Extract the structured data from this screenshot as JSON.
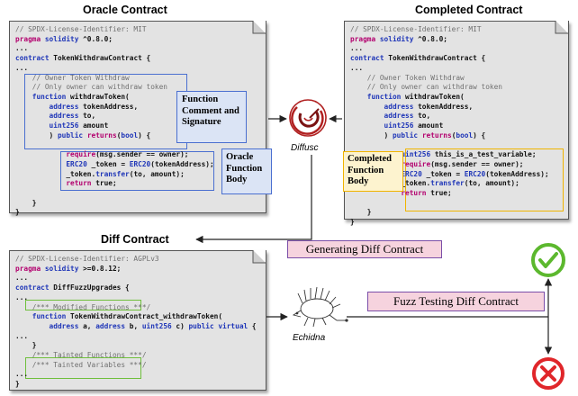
{
  "oracle": {
    "title": "Oracle Contract",
    "code": [
      [
        [
          "cm",
          "// SPDX-License-Identifier: MIT"
        ]
      ],
      [
        [
          "kw",
          "pragma"
        ],
        [
          "id",
          " solidity"
        ],
        [
          "bd",
          " ^0.8.0;"
        ]
      ],
      [
        [
          "bd",
          "..."
        ]
      ],
      [
        [
          "id",
          "contract"
        ],
        [
          "bd",
          " TokenWithdrawContract {"
        ]
      ],
      [
        [
          "bd",
          "..."
        ]
      ],
      [
        [
          "cm",
          "    // Owner Token Withdraw"
        ]
      ],
      [
        [
          "cm",
          "    // Only owner can withdraw token"
        ]
      ],
      [
        [
          "id",
          "    function"
        ],
        [
          "bd",
          " withdrawToken("
        ]
      ],
      [
        [
          "id",
          "        address"
        ],
        [
          "bd",
          " tokenAddress,"
        ]
      ],
      [
        [
          "id",
          "        address"
        ],
        [
          "bd",
          " to,"
        ]
      ],
      [
        [
          "id",
          "        uint256"
        ],
        [
          "bd",
          " amount"
        ]
      ],
      [
        [
          "bd",
          "        ) "
        ],
        [
          "id",
          "public"
        ],
        [
          "kw",
          " returns"
        ],
        [
          "bd",
          "("
        ],
        [
          "id",
          "bool"
        ],
        [
          "bd",
          ") {"
        ]
      ],
      [
        [
          "bd",
          ""
        ]
      ],
      [
        [
          "kw",
          "            require"
        ],
        [
          "bd",
          "(msg.sender == owner);"
        ]
      ],
      [
        [
          "id",
          "            ERC20"
        ],
        [
          "bd",
          " _token = "
        ],
        [
          "id",
          "ERC20"
        ],
        [
          "bd",
          "(tokenAddress);"
        ]
      ],
      [
        [
          "bd",
          "            _token."
        ],
        [
          "id",
          "transfer"
        ],
        [
          "bd",
          "(to, amount);"
        ]
      ],
      [
        [
          "kw",
          "            return"
        ],
        [
          "bd",
          " true;"
        ]
      ],
      [
        [
          "bd",
          ""
        ]
      ],
      [
        [
          "bd",
          "    }"
        ]
      ],
      [
        [
          "bd",
          "}"
        ]
      ]
    ],
    "signature_label": "Function Comment and Signature",
    "body_label": "Oracle Function Body"
  },
  "completed": {
    "title": "Completed Contract",
    "code": [
      [
        [
          "cm",
          "// SPDX-License-Identifier: MIT"
        ]
      ],
      [
        [
          "kw",
          "pragma"
        ],
        [
          "id",
          " solidity"
        ],
        [
          "bd",
          " ^0.8.0;"
        ]
      ],
      [
        [
          "bd",
          "..."
        ]
      ],
      [
        [
          "id",
          "contract"
        ],
        [
          "bd",
          " TokenWithdrawContract {"
        ]
      ],
      [
        [
          "bd",
          "..."
        ]
      ],
      [
        [
          "cm",
          "    // Owner Token Withdraw"
        ]
      ],
      [
        [
          "cm",
          "    // Only owner can withdraw token"
        ]
      ],
      [
        [
          "id",
          "    function"
        ],
        [
          "bd",
          " withdrawToken("
        ]
      ],
      [
        [
          "id",
          "        address"
        ],
        [
          "bd",
          " tokenAddress,"
        ]
      ],
      [
        [
          "id",
          "        address"
        ],
        [
          "bd",
          " to,"
        ]
      ],
      [
        [
          "id",
          "        uint256"
        ],
        [
          "bd",
          " amount"
        ]
      ],
      [
        [
          "bd",
          "        ) "
        ],
        [
          "id",
          "public"
        ],
        [
          "kw",
          " returns"
        ],
        [
          "bd",
          "("
        ],
        [
          "id",
          "bool"
        ],
        [
          "bd",
          ") {"
        ]
      ],
      [
        [
          "bd",
          ""
        ]
      ],
      [
        [
          "id",
          "            uint256"
        ],
        [
          "bd",
          " this_is_a_test_variable;"
        ]
      ],
      [
        [
          "kw",
          "            require"
        ],
        [
          "bd",
          "(msg.sender == owner);"
        ]
      ],
      [
        [
          "id",
          "            ERC20"
        ],
        [
          "bd",
          " _token = "
        ],
        [
          "id",
          "ERC20"
        ],
        [
          "bd",
          "(tokenAddress);"
        ]
      ],
      [
        [
          "bd",
          "            _token."
        ],
        [
          "id",
          "transfer"
        ],
        [
          "bd",
          "(to, amount);"
        ]
      ],
      [
        [
          "kw",
          "            return"
        ],
        [
          "bd",
          " true;"
        ]
      ],
      [
        [
          "bd",
          ""
        ]
      ],
      [
        [
          "bd",
          "    }"
        ]
      ],
      [
        [
          "bd",
          "}"
        ]
      ]
    ],
    "body_label": "Completed Function Body"
  },
  "diff": {
    "title": "Diff Contract",
    "code": [
      [
        [
          "cm",
          "// SPDX-License-Identifier: AGPLv3"
        ]
      ],
      [
        [
          "kw",
          "pragma"
        ],
        [
          "id",
          " solidity"
        ],
        [
          "bd",
          " >=0.8.12;"
        ]
      ],
      [
        [
          "bd",
          "..."
        ]
      ],
      [
        [
          "id",
          "contract"
        ],
        [
          "bd",
          " DiffFuzzUpgrades {"
        ]
      ],
      [
        [
          "bd",
          "..."
        ]
      ],
      [
        [
          "cm",
          "    /*** Modified Functions ***/"
        ]
      ],
      [
        [
          "id",
          "    function"
        ],
        [
          "bd",
          " TokenWithdrawContract_withdrawToken("
        ]
      ],
      [
        [
          "id",
          "        address"
        ],
        [
          "bd",
          " a, "
        ],
        [
          "id",
          "address"
        ],
        [
          "bd",
          " b, "
        ],
        [
          "id",
          "uint256"
        ],
        [
          "bd",
          " c) "
        ],
        [
          "id",
          "public virtual"
        ],
        [
          "bd",
          " {"
        ]
      ],
      [
        [
          "bd",
          "..."
        ]
      ],
      [
        [
          "bd",
          "    }"
        ]
      ],
      [
        [
          "cm",
          "    /*** Tainted Functions ***/"
        ]
      ],
      [
        [
          "cm",
          "    /*** Tainted Variables ***/"
        ]
      ],
      [
        [
          "bd",
          "..."
        ]
      ],
      [
        [
          "bd",
          "}"
        ]
      ]
    ]
  },
  "tools": {
    "diffusc": "Diffusc",
    "echidna": "Echidna"
  },
  "steps": {
    "generating": "Generating  Diff Contract",
    "fuzz": "Fuzz Testing Diff Contract"
  },
  "colors": {
    "code_bg": "#e3e3e3",
    "blue_box": "#4a6fd0",
    "blue_fill": "#dbe4f5",
    "yellow_box": "#f0b400",
    "yellow_fill": "#fdf3cf",
    "green_box": "#6fbf3c",
    "pink_fill": "#f6d3de",
    "success": "#5cb82e",
    "failure": "#e0262a"
  },
  "icons": {
    "diffusc": "diffusc-logo-icon",
    "echidna": "echidna-sketch-icon",
    "pass": "check-circle-icon",
    "fail": "x-circle-icon"
  }
}
